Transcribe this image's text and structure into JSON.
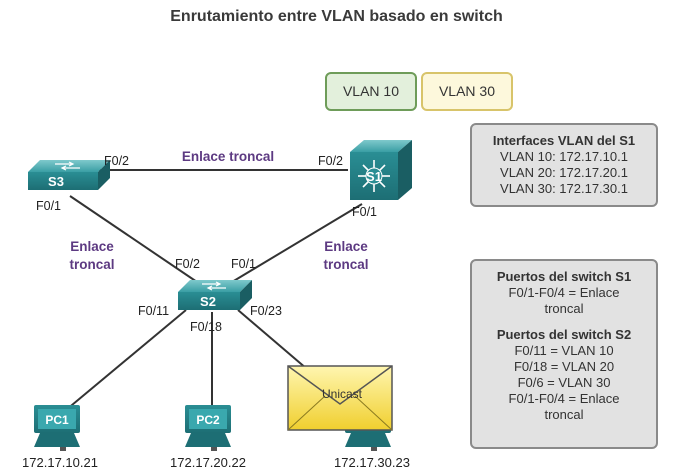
{
  "title": "Enrutamiento entre VLAN basado en switch",
  "legend": {
    "vlan10": {
      "label": "VLAN 10",
      "color": "#e3f0dc"
    },
    "vlan30": {
      "label": "VLAN 30",
      "color": "#fdf8dc"
    }
  },
  "devices": {
    "s1": "S1",
    "s2": "S2",
    "s3": "S3",
    "pc1": {
      "label": "PC1",
      "ip": "172.17.10.21"
    },
    "pc2": {
      "label": "PC2",
      "ip": "172.17.20.22"
    },
    "pc3": {
      "ip": "172.17.30.23"
    }
  },
  "links": {
    "s3_s1": {
      "label": "Enlace troncal",
      "s3_port": "F0/2",
      "s1_port": "F0/2"
    },
    "s3_s2": {
      "label_line1": "Enlace",
      "label_line2": "troncal",
      "s3_port": "F0/1",
      "s2_port": "F0/2"
    },
    "s1_s2": {
      "label_line1": "Enlace",
      "label_line2": "troncal",
      "s1_port": "F0/1",
      "s2_port": "F0/1"
    },
    "s2_pc1": {
      "s2_port": "F0/11"
    },
    "s2_pc2": {
      "s2_port": "F0/18"
    },
    "s2_pc3": {
      "s2_port": "F0/23"
    }
  },
  "unicast_label": "Unicast",
  "s1_interfaces": {
    "heading": "Interfaces VLAN del S1",
    "lines": [
      "VLAN 10: 172.17.10.1",
      "VLAN 20: 172.17.20.1",
      "VLAN 30: 172.17.30.1"
    ]
  },
  "switch_ports": {
    "s1_heading": "Puertos del switch S1",
    "s1_lines": [
      "F0/1-F0/4 = Enlace",
      "troncal"
    ],
    "s2_heading": "Puertos del switch S2",
    "s2_lines": [
      "F0/11 = VLAN 10",
      "F0/18 = VLAN 20",
      "F0/6 = VLAN 30",
      "F0/1-F0/4 = Enlace",
      "troncal"
    ]
  },
  "colors": {
    "device": "#2a8e94",
    "link_label": "#5d3a82",
    "envelope": "#f2d73a"
  }
}
